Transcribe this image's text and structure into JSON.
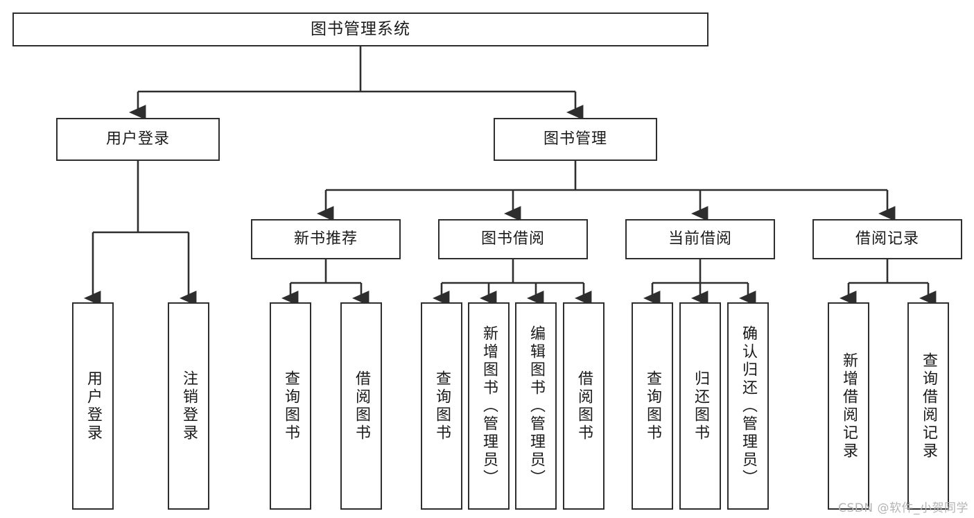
{
  "diagram": {
    "title": "图书管理系统",
    "type": "tree",
    "orientation": "top-down",
    "line_color": "#2e2e2e",
    "box_fill": "#ffffff",
    "text_color": "#1a1a1a",
    "nodes": {
      "root": {
        "label": "图书管理系统"
      },
      "level2": [
        {
          "label": "用户登录"
        },
        {
          "label": "图书管理"
        }
      ],
      "level3": [
        {
          "label": "新书推荐"
        },
        {
          "label": "图书借阅"
        },
        {
          "label": "当前借阅"
        },
        {
          "label": "借阅记录"
        }
      ],
      "leaves": {
        "user_login": [
          {
            "label": "用户登录"
          },
          {
            "label": "注销登录"
          }
        ],
        "new_book": [
          {
            "label": "查询图书"
          },
          {
            "label": "借阅图书"
          }
        ],
        "book_borrow": [
          {
            "label": "查询图书"
          },
          {
            "label": "新增图书（管理员）"
          },
          {
            "label": "编辑图书（管理员）"
          },
          {
            "label": "借阅图书"
          }
        ],
        "current_borrow": [
          {
            "label": "查询图书"
          },
          {
            "label": "归还图书"
          },
          {
            "label": "确认归还（管理员）"
          }
        ],
        "borrow_record": [
          {
            "label": "新增借阅记录"
          },
          {
            "label": "查询借阅记录"
          }
        ]
      }
    }
  },
  "watermark": {
    "text": "CSDN @软件_小贺同学"
  }
}
